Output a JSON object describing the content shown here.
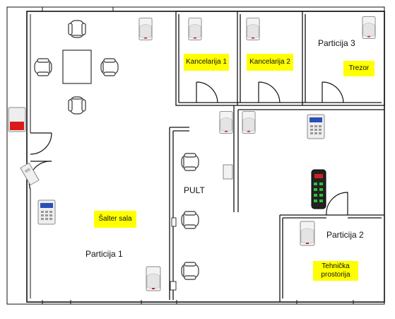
{
  "rooms": {
    "kancelarija_1": "Kancelarija 1",
    "kancelarija_2": "Kancelarija 2",
    "particija_3": "Particija 3",
    "trezor": "Trezor",
    "pult": "PULT",
    "salter_sala": "Šalter sala",
    "particija_1": "Particija 1",
    "particija_2": "Particija 2",
    "tehnicka_line1": "Tehnička",
    "tehnicka_line2": "prostorija"
  },
  "colors": {
    "tag_fill": "#ffff00",
    "siren": "#d91a1a",
    "walls": "#111111"
  },
  "icons": {
    "motion_sensor": "pir-motion-sensor-icon",
    "keypad": "alarm-keypad-icon",
    "siren": "siren-icon",
    "chair": "chair-icon",
    "remote": "remote-keypad-icon"
  }
}
